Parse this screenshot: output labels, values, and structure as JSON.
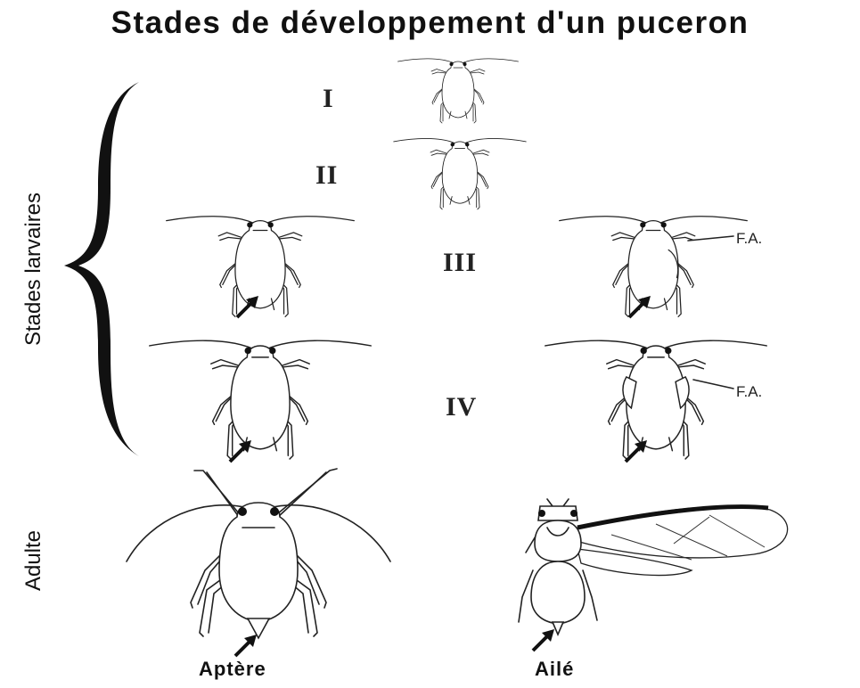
{
  "title": "Stades de développement d'un puceron",
  "group_label": "Stades larvaires",
  "adult_label": "Adulte",
  "stages": [
    "I",
    "II",
    "III",
    "IV"
  ],
  "wing_pad_label": "F.A.",
  "forms": {
    "apterous": "Aptère",
    "winged": "Ailé"
  }
}
